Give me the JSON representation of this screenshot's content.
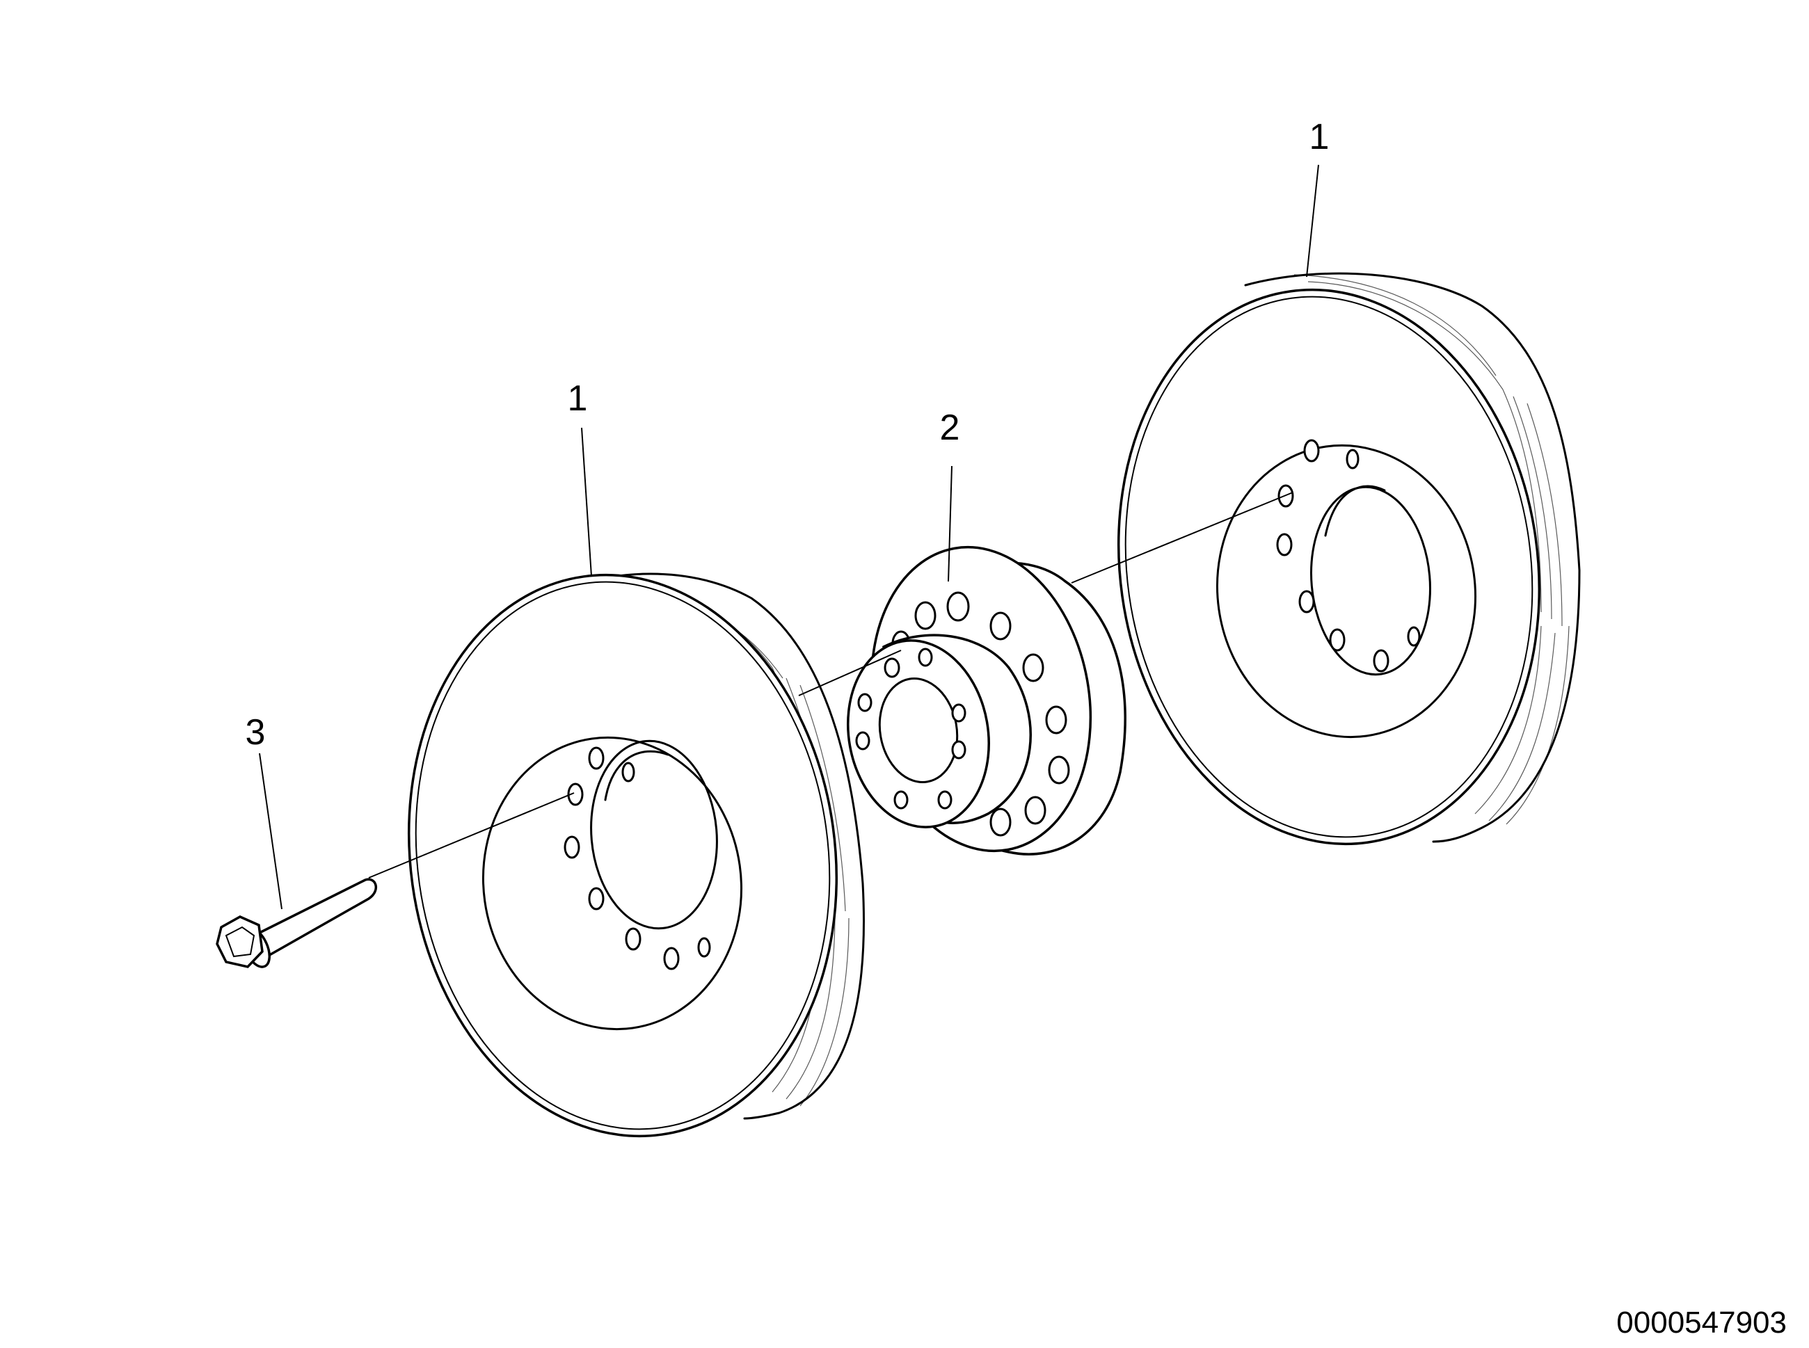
{
  "callouts": [
    {
      "id": "pulley-right",
      "label": "1"
    },
    {
      "id": "pulley-left",
      "label": "1"
    },
    {
      "id": "hub-adapter",
      "label": "2"
    },
    {
      "id": "bolt",
      "label": "3"
    }
  ],
  "drawing_number": "0000547903"
}
